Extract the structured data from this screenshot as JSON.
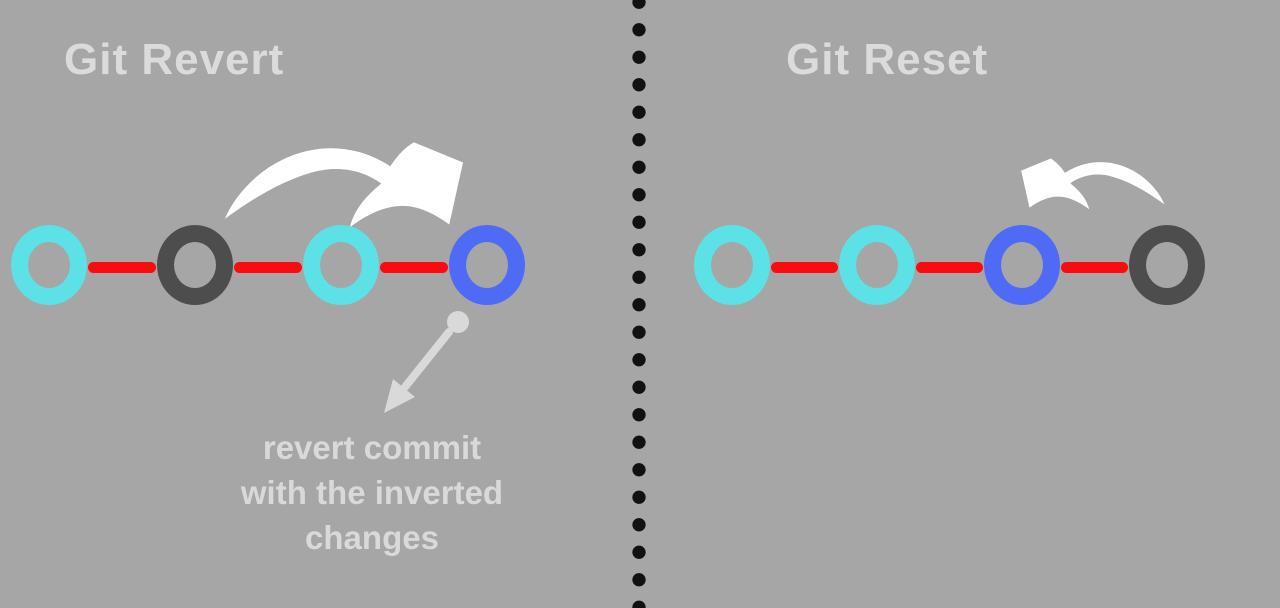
{
  "canvas": {
    "background": "#a6a6a6"
  },
  "palette": {
    "cyan": "#5ce1e6",
    "blue": "#4f6bf5",
    "dark": "#4d4d4d",
    "red": "#fb0a0f",
    "arrow_white": "#ffffff",
    "text_gray": "#dbdbdb",
    "annotation_gray": "#d9d9d9",
    "divider_black": "#111111"
  },
  "left_panel": {
    "title": "Git Revert",
    "commits": [
      "cyan",
      "dark",
      "cyan",
      "blue"
    ],
    "arrow_icon": "curved-arrow-right",
    "annotation_lines": [
      "revert commit",
      "with the inverted",
      "changes"
    ]
  },
  "right_panel": {
    "title": "Git Reset",
    "commits": [
      "cyan",
      "cyan",
      "blue",
      "dark"
    ],
    "arrow_icon": "curved-arrow-left"
  }
}
